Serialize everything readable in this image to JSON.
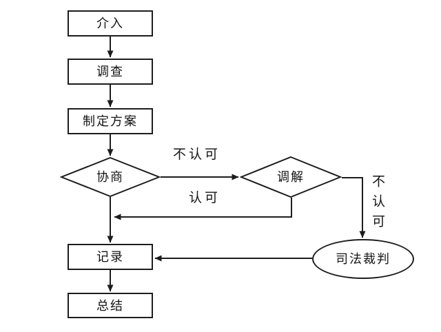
{
  "diagram": {
    "title": "dispute-resolution-flowchart",
    "background_color": "#ffffff",
    "stroke_color": "#1c1c1c",
    "nodes": [
      {
        "id": "jieru",
        "type": "process",
        "label": "介入"
      },
      {
        "id": "diaocha",
        "type": "process",
        "label": "调查"
      },
      {
        "id": "zhiding",
        "type": "process",
        "label": "制定方案"
      },
      {
        "id": "xieshang",
        "type": "decision",
        "label": "协商"
      },
      {
        "id": "tiaojie",
        "type": "decision",
        "label": "调解"
      },
      {
        "id": "sifa",
        "type": "terminator",
        "label": "司法裁判"
      },
      {
        "id": "jilu",
        "type": "process",
        "label": "记录"
      },
      {
        "id": "zongjie",
        "type": "process",
        "label": "总结"
      }
    ],
    "edges": [
      {
        "from": "jieru",
        "to": "diaocha",
        "label": ""
      },
      {
        "from": "diaocha",
        "to": "zhiding",
        "label": ""
      },
      {
        "from": "zhiding",
        "to": "xieshang",
        "label": ""
      },
      {
        "from": "xieshang",
        "to": "tiaojie",
        "label": "不认可"
      },
      {
        "from": "xieshang",
        "to": "jilu",
        "label": ""
      },
      {
        "from": "tiaojie",
        "to": "jilu",
        "label": "认可"
      },
      {
        "from": "tiaojie",
        "to": "sifa",
        "label": "不认可"
      },
      {
        "from": "sifa",
        "to": "jilu",
        "label": ""
      },
      {
        "from": "jilu",
        "to": "zongjie",
        "label": ""
      }
    ],
    "edge_labels": {
      "not_accept_horizontal": "不认可",
      "accept": "认可",
      "not_accept_vertical": "不认可"
    }
  }
}
